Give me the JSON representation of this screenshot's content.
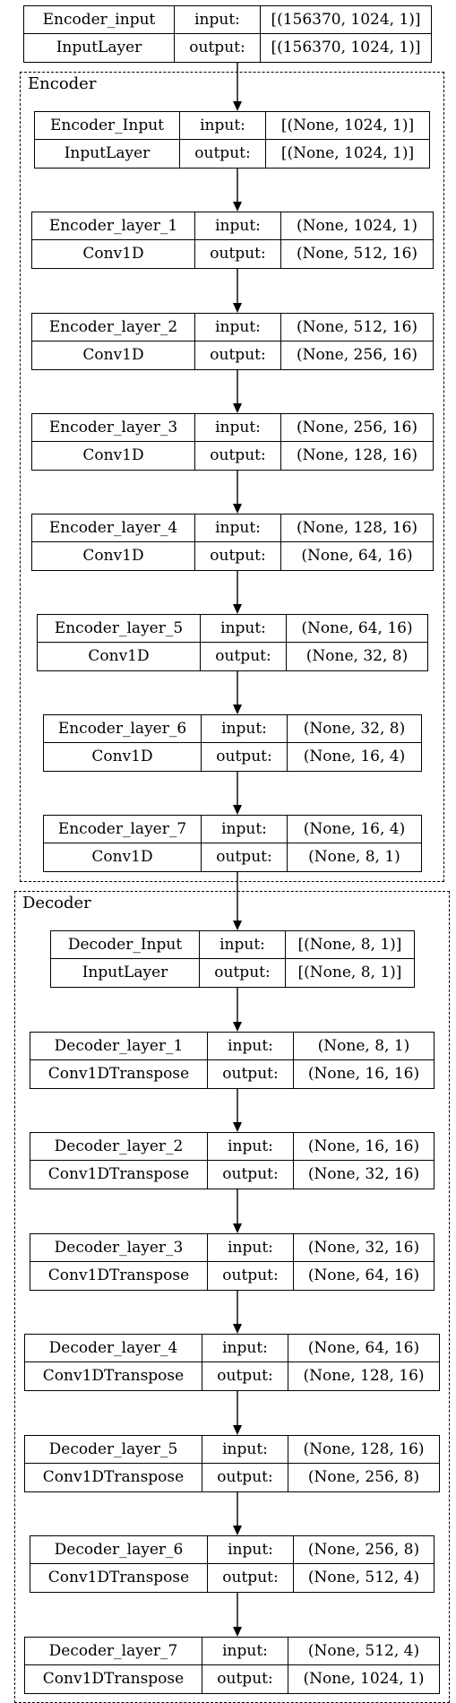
{
  "clusters": [
    {
      "id": "encoder",
      "label": "Encoder"
    },
    {
      "id": "decoder",
      "label": "Decoder"
    }
  ],
  "nodes": [
    {
      "name": "Encoder_input",
      "type": "InputLayer",
      "input_label": "input:",
      "output_label": "output:",
      "input": "[(156370, 1024, 1)]",
      "output": "[(156370, 1024, 1)]"
    },
    {
      "name": "Encoder_Input",
      "type": "InputLayer",
      "input_label": "input:",
      "output_label": "output:",
      "input": "[(None, 1024, 1)]",
      "output": "[(None, 1024, 1)]"
    },
    {
      "name": "Encoder_layer_1",
      "type": "Conv1D",
      "input_label": "input:",
      "output_label": "output:",
      "input": "(None, 1024, 1)",
      "output": "(None, 512, 16)"
    },
    {
      "name": "Encoder_layer_2",
      "type": "Conv1D",
      "input_label": "input:",
      "output_label": "output:",
      "input": "(None, 512, 16)",
      "output": "(None, 256, 16)"
    },
    {
      "name": "Encoder_layer_3",
      "type": "Conv1D",
      "input_label": "input:",
      "output_label": "output:",
      "input": "(None, 256, 16)",
      "output": "(None, 128, 16)"
    },
    {
      "name": "Encoder_layer_4",
      "type": "Conv1D",
      "input_label": "input:",
      "output_label": "output:",
      "input": "(None, 128, 16)",
      "output": "(None, 64, 16)"
    },
    {
      "name": "Encoder_layer_5",
      "type": "Conv1D",
      "input_label": "input:",
      "output_label": "output:",
      "input": "(None, 64, 16)",
      "output": "(None, 32, 8)"
    },
    {
      "name": "Encoder_layer_6",
      "type": "Conv1D",
      "input_label": "input:",
      "output_label": "output:",
      "input": "(None, 32, 8)",
      "output": "(None, 16, 4)"
    },
    {
      "name": "Encoder_layer_7",
      "type": "Conv1D",
      "input_label": "input:",
      "output_label": "output:",
      "input": "(None, 16, 4)",
      "output": "(None, 8, 1)"
    },
    {
      "name": "Decoder_Input",
      "type": "InputLayer",
      "input_label": "input:",
      "output_label": "output:",
      "input": "[(None, 8, 1)]",
      "output": "[(None, 8, 1)]"
    },
    {
      "name": "Decoder_layer_1",
      "type": "Conv1DTranspose",
      "input_label": "input:",
      "output_label": "output:",
      "input": "(None, 8, 1)",
      "output": "(None, 16, 16)"
    },
    {
      "name": "Decoder_layer_2",
      "type": "Conv1DTranspose",
      "input_label": "input:",
      "output_label": "output:",
      "input": "(None, 16, 16)",
      "output": "(None, 32, 16)"
    },
    {
      "name": "Decoder_layer_3",
      "type": "Conv1DTranspose",
      "input_label": "input:",
      "output_label": "output:",
      "input": "(None, 32, 16)",
      "output": "(None, 64, 16)"
    },
    {
      "name": "Decoder_layer_4",
      "type": "Conv1DTranspose",
      "input_label": "input:",
      "output_label": "output:",
      "input": "(None, 64, 16)",
      "output": "(None, 128, 16)"
    },
    {
      "name": "Decoder_layer_5",
      "type": "Conv1DTranspose",
      "input_label": "input:",
      "output_label": "output:",
      "input": "(None, 128, 16)",
      "output": "(None, 256, 8)"
    },
    {
      "name": "Decoder_layer_6",
      "type": "Conv1DTranspose",
      "input_label": "input:",
      "output_label": "output:",
      "input": "(None, 256, 8)",
      "output": "(None, 512, 4)"
    },
    {
      "name": "Decoder_layer_7",
      "type": "Conv1DTranspose",
      "input_label": "input:",
      "output_label": "output:",
      "input": "(None, 512, 4)",
      "output": "(None, 1024, 1)"
    }
  ]
}
